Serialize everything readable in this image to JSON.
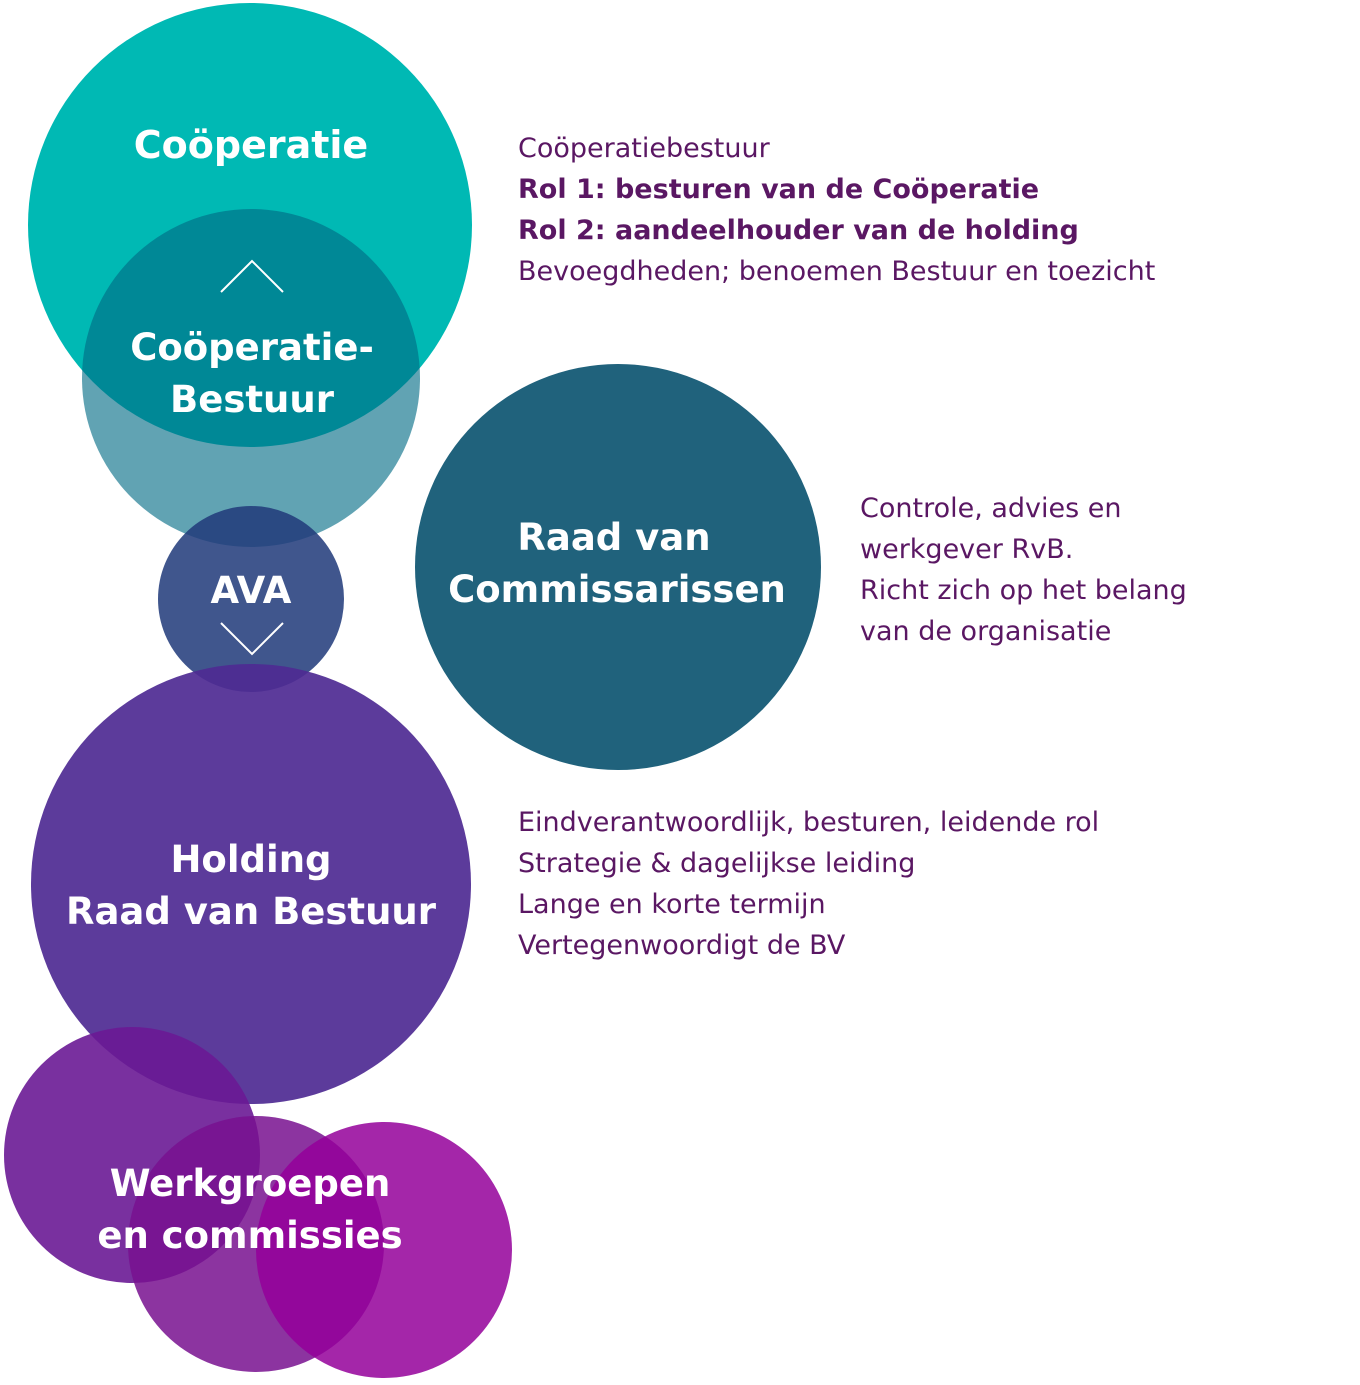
{
  "circles": {
    "cooperatie": {
      "label": "Coöperatie",
      "color": "#00b9b4"
    },
    "cooperatie_bestuur": {
      "label_lines": [
        "Coöperatie-",
        "Bestuur"
      ],
      "color": "#007a8c"
    },
    "ava": {
      "label": "AVA",
      "color": "#3d4f8c"
    },
    "raad_van_commissarissen": {
      "label_lines": [
        "Raad van",
        "Commissarissen"
      ],
      "color": "#20627c"
    },
    "holding_rvb": {
      "label_lines": [
        "Holding",
        "Raad van Bestuur"
      ],
      "color": "#5b3c99"
    },
    "werkgroepen": {
      "label_lines": [
        "Werkgroepen",
        "en commissies"
      ],
      "colors": [
        "#73289e",
        "#7c1ea0",
        "#95009d"
      ]
    }
  },
  "icons": {
    "up": "chevron-up-icon",
    "down": "chevron-down-icon"
  },
  "descriptions": {
    "cooperatie_bestuur": {
      "title": "Coöperatiebestuur",
      "rol1": "Rol 1: besturen van de Coöperatie",
      "rol2": "Rol 2: aandeelhouder van de holding",
      "bevoegdheden": "Bevoegdheden; benoemen Bestuur en toezicht"
    },
    "raad_van_commissarissen": [
      "Controle, advies en",
      "werkgever RvB.",
      "Richt zich op het belang",
      "van de organisatie"
    ],
    "holding_rvb": [
      "Eindverantwoordlijk, besturen, leidende rol",
      "Strategie & dagelijkse leiding",
      "Lange en korte termijn",
      "Vertegenwoordigt de BV"
    ]
  },
  "text_color": "#5a1763"
}
